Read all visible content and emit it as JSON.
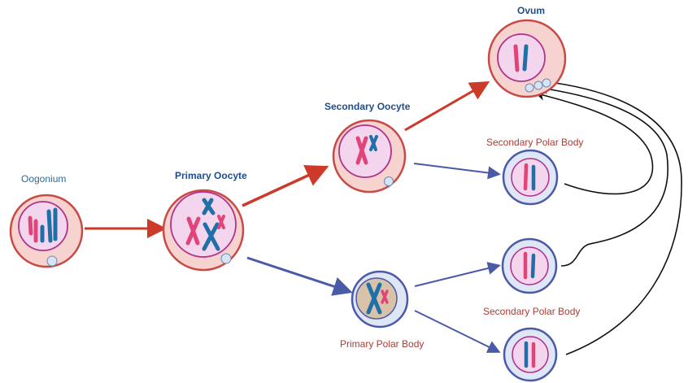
{
  "labels": {
    "oogonium": "Oogonium",
    "primary_oocyte": "Primary Oocyte",
    "secondary_oocyte": "Secondary Oocyte",
    "ovum": "Ovum",
    "secondary_polar_body_top": "Secondary Polar Body",
    "secondary_polar_body_bottom": "Secondary Polar Body",
    "primary_polar_body": "Primary Polar Body"
  },
  "colors": {
    "oocyte_fill": "#f7d3cf",
    "oocyte_stroke": "#c94a44",
    "nucleus_fill": "#f3d6ee",
    "nucleus_stroke": "#b0328a",
    "polar_fill": "#dfe6f5",
    "polar_stroke": "#4b5aa8",
    "primary_polar_nucleus": "#d9c3a8",
    "chrom_pink": "#e0457a",
    "chrom_blue": "#1f6fa8",
    "red_arrow": "#cc3a2a",
    "blue_arrow": "#4b5aa8",
    "black_arrow": "#111111"
  }
}
